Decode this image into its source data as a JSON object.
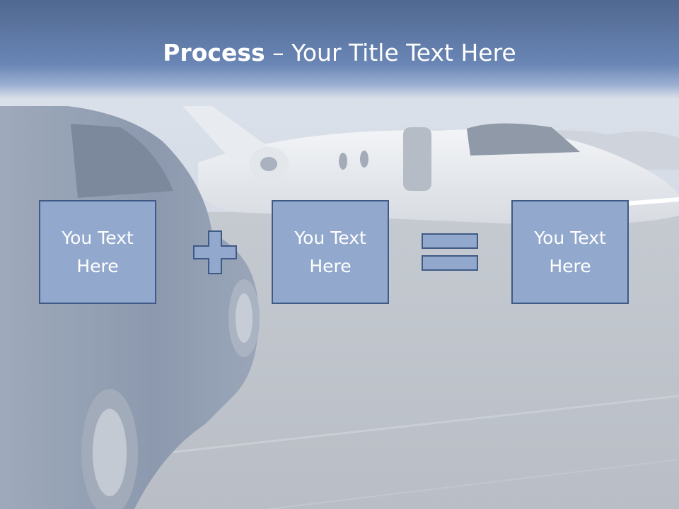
{
  "slide": {
    "title_bold": "Process",
    "title_rest": " – Your Title Text Here"
  },
  "boxes": [
    {
      "text": "You Text Here"
    },
    {
      "text": "You Text Here"
    },
    {
      "text": "You Text Here"
    }
  ],
  "operators": [
    {
      "icon": "plus-icon"
    },
    {
      "icon": "equals-icon"
    }
  ],
  "colors": {
    "header": "#6a86b5",
    "box_fill": "#92a8cc",
    "box_border": "#3f5a85",
    "text": "#ffffff"
  }
}
